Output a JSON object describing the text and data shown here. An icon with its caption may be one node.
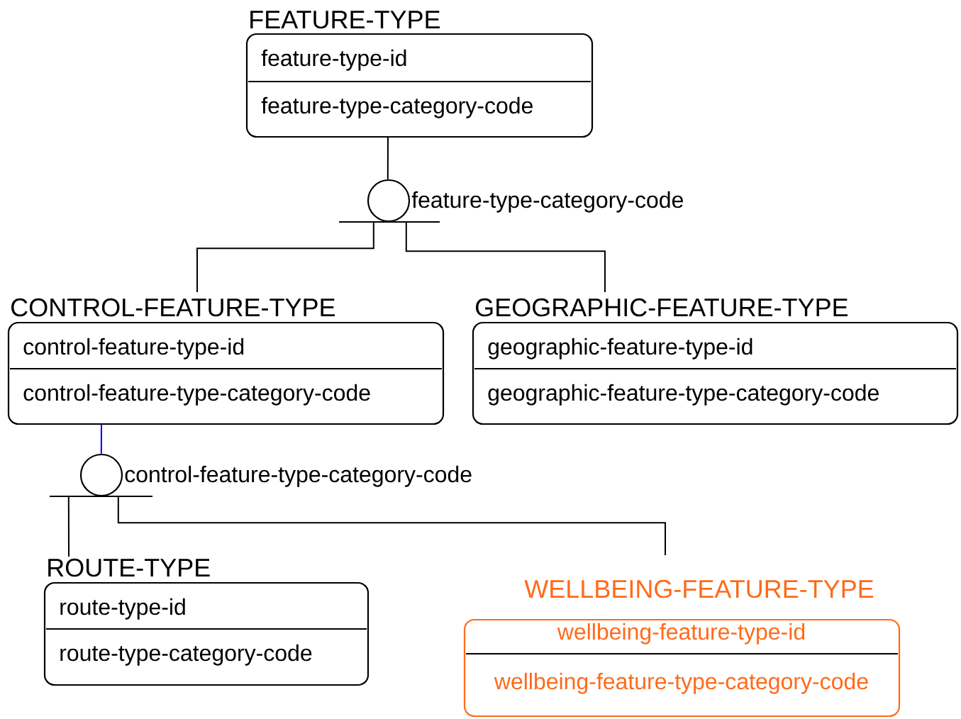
{
  "diagram": {
    "nodes": [
      {
        "text": [
          "FEATURE-TYPE",
          "feature-type-id",
          "feature-type-category-code"
        ]
      },
      {
        "text": [],
        "shape": "circle",
        "beside": [
          "feature-type-category-code"
        ]
      },
      {
        "text": [
          "CONTROL-FEATURE-TYPE",
          "control-feature-type-id",
          "control-feature-type-category-code"
        ]
      },
      {
        "text": [
          "GEOGRAPHIC-FEATURE-TYPE",
          "geographic-feature-type-id",
          "geographic-feature-type-category-code"
        ]
      },
      {
        "text": [],
        "shape": "circle",
        "beside": [
          "control-feature-type-category-code"
        ]
      },
      {
        "text": [
          "ROUTE-TYPE",
          "route-type-id",
          "route-type-category-code"
        ]
      },
      {
        "text": [
          "WELLBEING-FEATURE-TYPE",
          "wellbeing-feature-type-id",
          "wellbeing-feature-type-category-code"
        ]
      }
    ],
    "edges": [
      {
        "from": 0,
        "to": 1,
        "arrow": "none"
      },
      {
        "from": 1,
        "to": 2,
        "arrow": "none"
      },
      {
        "from": 1,
        "to": 3,
        "arrow": "none"
      },
      {
        "from": 2,
        "to": 4,
        "arrow": "none",
        "color": "#0000ff"
      },
      {
        "from": 4,
        "to": 5,
        "arrow": "none"
      },
      {
        "from": 4,
        "to": 6,
        "arrow": "none"
      }
    ]
  }
}
